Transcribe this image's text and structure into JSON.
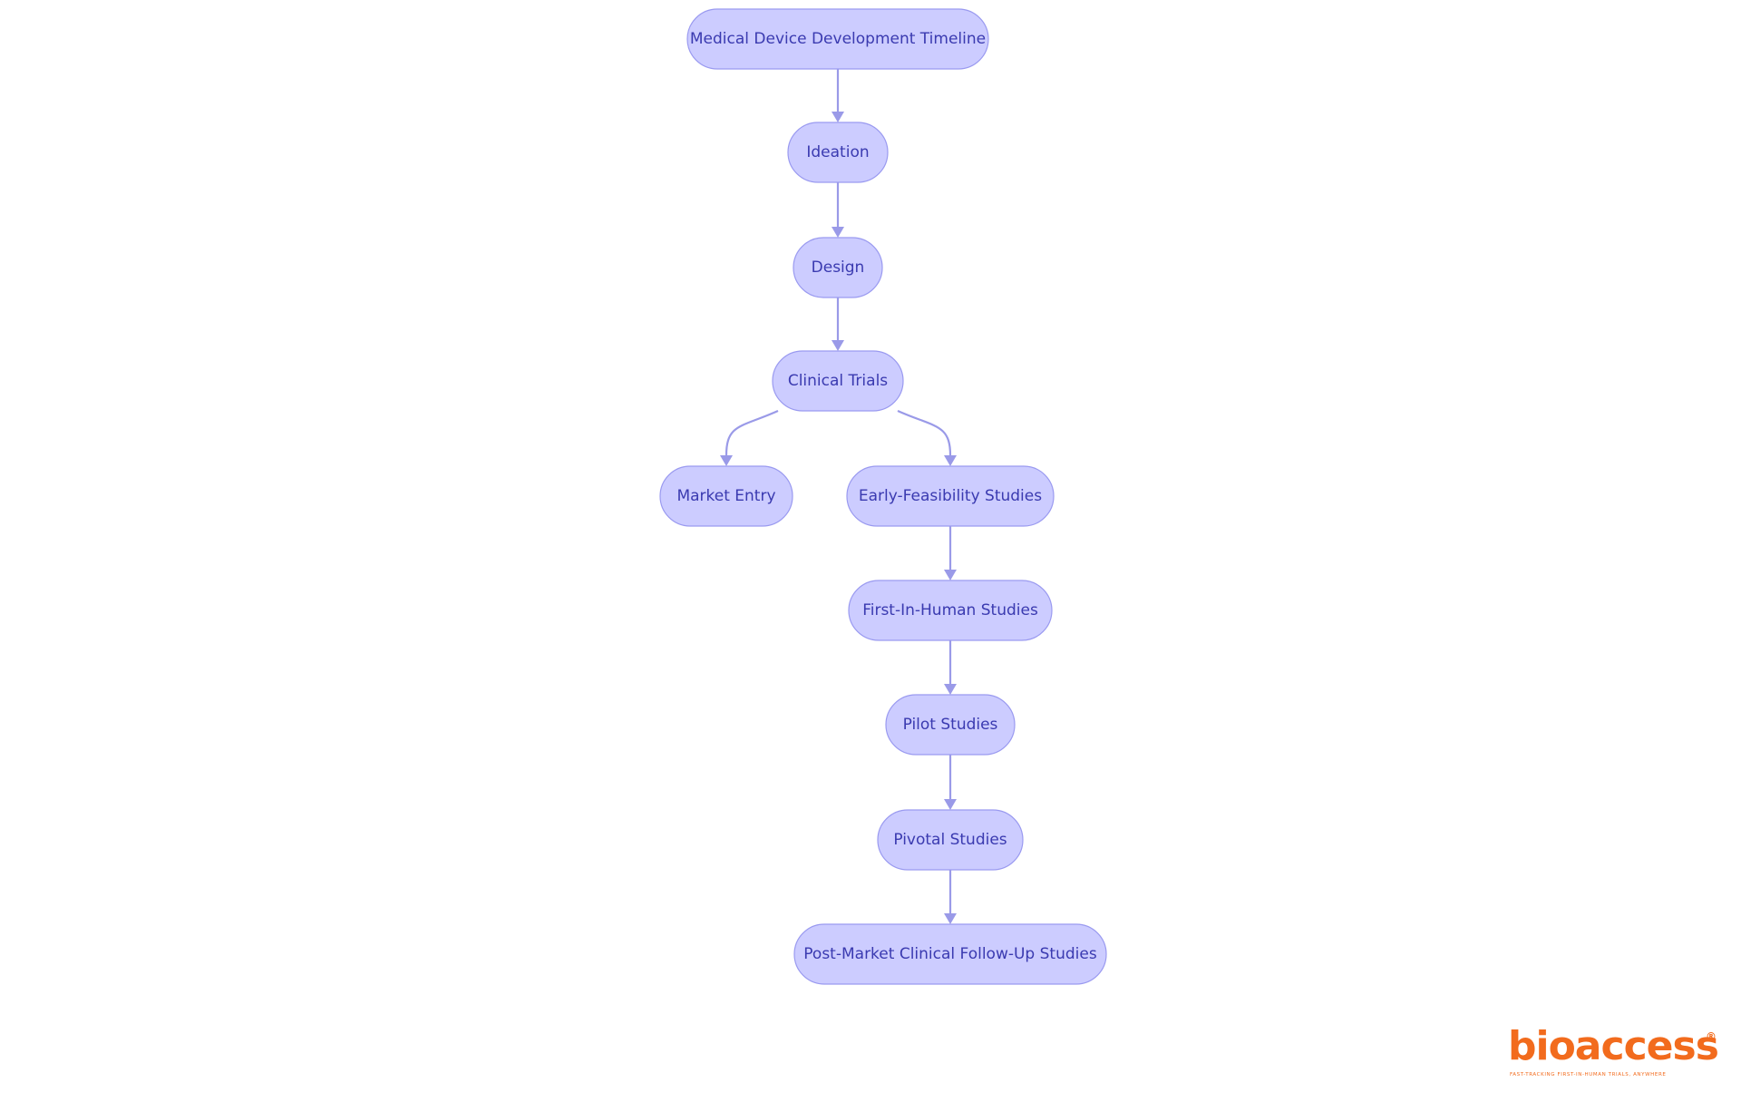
{
  "diagram": {
    "nodes": [
      {
        "id": "timeline",
        "label": "Medical Device Development Timeline"
      },
      {
        "id": "ideation",
        "label": "Ideation"
      },
      {
        "id": "design",
        "label": "Design"
      },
      {
        "id": "clinical",
        "label": "Clinical Trials"
      },
      {
        "id": "market",
        "label": "Market Entry"
      },
      {
        "id": "early",
        "label": "Early-Feasibility Studies"
      },
      {
        "id": "fih",
        "label": "First-In-Human Studies"
      },
      {
        "id": "pilot",
        "label": "Pilot Studies"
      },
      {
        "id": "pivotal",
        "label": "Pivotal Studies"
      },
      {
        "id": "pmcf",
        "label": "Post-Market Clinical Follow-Up Studies"
      }
    ],
    "edges": [
      {
        "from": "timeline",
        "to": "ideation"
      },
      {
        "from": "ideation",
        "to": "design"
      },
      {
        "from": "design",
        "to": "clinical"
      },
      {
        "from": "clinical",
        "to": "market"
      },
      {
        "from": "clinical",
        "to": "early"
      },
      {
        "from": "early",
        "to": "fih"
      },
      {
        "from": "fih",
        "to": "pilot"
      },
      {
        "from": "pilot",
        "to": "pivotal"
      },
      {
        "from": "pivotal",
        "to": "pmcf"
      }
    ],
    "colors": {
      "node_fill": "#ccccff",
      "node_border": "#9a9af0",
      "node_text": "#3a3ab0",
      "edge": "#9a9ae8"
    }
  },
  "logo": {
    "wordmark": "bioaccess",
    "registered_mark": "®",
    "tagline": "FAST-TRACKING FIRST-IN-HUMAN TRIALS, ANYWHERE",
    "color": "#f26b1d"
  }
}
